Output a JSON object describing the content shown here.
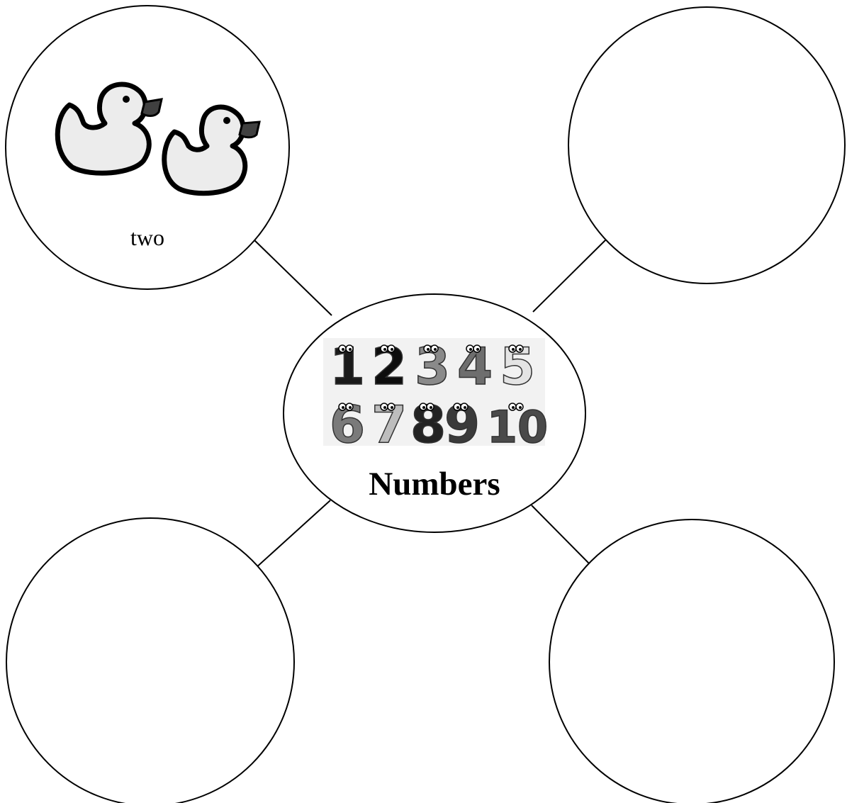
{
  "center": {
    "title": "Numbers",
    "digits": [
      "1",
      "2",
      "3",
      "4",
      "5",
      "6",
      "7",
      "8",
      "9",
      "10"
    ],
    "digit_colors": [
      "#1a1a1a",
      "#0d0d0d",
      "#8a8a8a",
      "#6e6e6e",
      "#e4e4e4",
      "#7a7a7a",
      "#bdbdbd",
      "#222222",
      "#3a3a3a",
      "#4a4a4a"
    ]
  },
  "top_left": {
    "label": "two",
    "icons": [
      "duck-icon",
      "duck-icon"
    ]
  },
  "top_right": {
    "label": ""
  },
  "bottom_left": {
    "label": ""
  },
  "bottom_right": {
    "label": ""
  },
  "colors": {
    "stroke": "#000000",
    "duck_fill": "#ececec",
    "duck_beak": "#404040",
    "image_bg": "#f2f2f2"
  }
}
